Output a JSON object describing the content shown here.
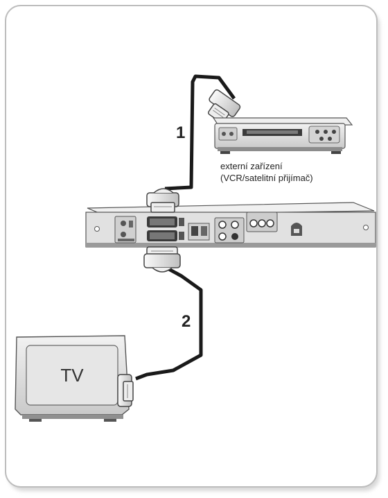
{
  "labels": {
    "cable_1": "1",
    "cable_2": "2",
    "external_device_line1": "externí zařízení",
    "external_device_line2": "(VCR/satelitní přijímač)",
    "tv": "TV"
  },
  "colors": {
    "panel_border": "#bdbdbd",
    "cable": "#1a1a1a",
    "device_body": "#dcdcdc",
    "tv_screen": "#e6e6e6"
  }
}
